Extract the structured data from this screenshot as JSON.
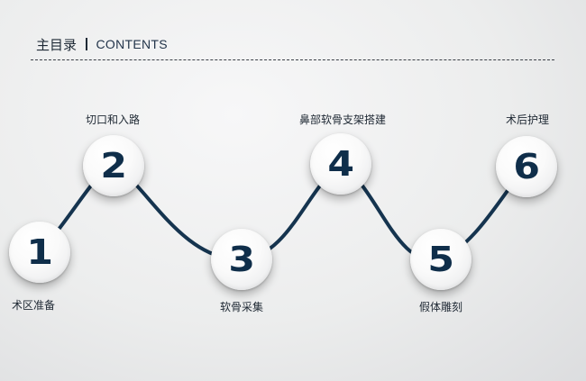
{
  "header": {
    "title": "主目录",
    "subtitle": "CONTENTS"
  },
  "steps": [
    {
      "number": "1",
      "label": "术区准备"
    },
    {
      "number": "2",
      "label": "切口和入路"
    },
    {
      "number": "3",
      "label": "软骨采集"
    },
    {
      "number": "4",
      "label": "鼻部软骨支架搭建"
    },
    {
      "number": "5",
      "label": "假体雕刻"
    },
    {
      "number": "6",
      "label": "术后护理"
    }
  ],
  "colors": {
    "accent": "#0f2e4a",
    "text": "#1f2a36"
  }
}
